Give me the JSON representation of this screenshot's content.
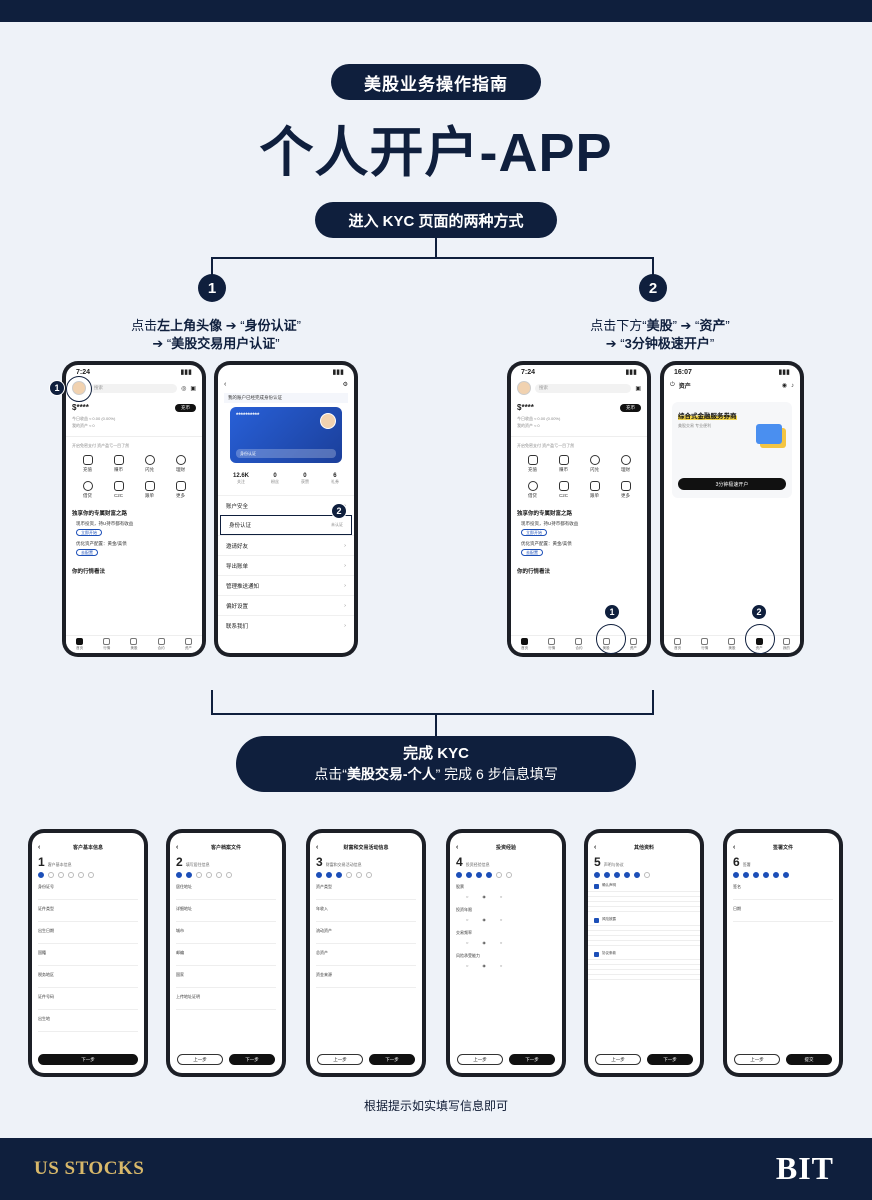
{
  "header": {
    "tag": "美股业务操作指南",
    "title": "个人开户-APP"
  },
  "kyc_entry": {
    "label": "进入 KYC 页面的两种方式",
    "method1": {
      "num": "1",
      "line1_pre": "点击",
      "line1_b1": "左上角头像",
      "line1_mid": " ➔ “",
      "line1_b2": "身份认证",
      "line1_end": "”",
      "line2_pre": "➔ “",
      "line2_b": "美股交易用户认证",
      "line2_end": "”"
    },
    "method2": {
      "num": "2",
      "line1_pre": "点击下方“",
      "line1_b1": "美股",
      "line1_mid": "” ➔ “",
      "line1_b2": "资产",
      "line1_end": "”",
      "line2_pre": "➔ “",
      "line2_b": "3分钟极速开户",
      "line2_end": "”"
    }
  },
  "phones": {
    "home": {
      "time": "7:24",
      "search": "搜索",
      "balance": "$**** ",
      "deposit": "充币",
      "sub1": "今日收益 ≈ 0.00 (0.00%)",
      "sub2": "我的资产 ≈ 0",
      "notice": "开启免密支付 资产盈亏一目了然",
      "grid": [
        "充值",
        "赚币",
        "闪兑",
        "理财",
        "借贷",
        "C2C",
        "跟单",
        "更多"
      ],
      "section_title": "独享你的专属财富之路",
      "step1": "现币投资，持U持币都有收益",
      "step1_btn": "立即开始",
      "step2": "优化资产配置：黄金/美债",
      "step2_btn": "去配置",
      "bottom_title": "你的行情看法",
      "tabs": [
        "首页",
        "行情",
        "美股",
        "合约",
        "资产"
      ],
      "annot": "1"
    },
    "profile": {
      "banner": "我的账户已经完成身份认证",
      "card_name": "**********",
      "card_btn": "身份认证",
      "stats": [
        {
          "v": "12.6K",
          "l": "关注"
        },
        {
          "v": "0",
          "l": "粉丝"
        },
        {
          "v": "0",
          "l": "获赞"
        },
        {
          "v": "6",
          "l": "礼券"
        }
      ],
      "rows": [
        "账户安全",
        "身份认证",
        "邀请好友",
        "导出账单",
        "管理推送通知",
        "偏好设置",
        "联系我们"
      ],
      "row_right": "未认证",
      "annot": "2"
    },
    "home2": {
      "time": "7:24",
      "annot": "1"
    },
    "assets": {
      "time": "16:07",
      "title": "资产",
      "promo_title": "综合式金融服务券商",
      "promo_sub": "美股交易 专业便利",
      "btn": "3分钟极速开户",
      "tabs": [
        "首页",
        "行情",
        "美股",
        "资产",
        "我的"
      ],
      "annot": "2"
    }
  },
  "completion": {
    "line1": "完成 KYC",
    "line2_pre": "点击“",
    "line2_b": "美股交易-个人",
    "line2_end": "” 完成 6 步信息填写"
  },
  "steps": [
    {
      "num": "1",
      "title": "客户基本信息",
      "sub": "客户基本信息",
      "fields": [
        "身份证号",
        "证件类型",
        "出生日期",
        "国籍",
        "税务地区",
        "证件号码",
        "出生地"
      ]
    },
    {
      "num": "2",
      "title": "客户档案文件",
      "sub": "填写居住信息",
      "fields": [
        "居住地址",
        "详细地址",
        "城市",
        "邮编",
        "国家",
        "上传地址证明"
      ]
    },
    {
      "num": "3",
      "title": "财富和交易活动信息",
      "sub": "财富和交易活动信息",
      "fields": [
        "资产类型",
        "年收入",
        "流动资产",
        "总资产",
        "资金来源"
      ]
    },
    {
      "num": "4",
      "title": "投资经验",
      "sub": "投资经验信息",
      "fields": [
        "股票",
        "投资年限",
        "交易频率",
        "风险承受能力"
      ]
    },
    {
      "num": "5",
      "title": "其他资料",
      "sub": "声明与协议",
      "fields": [
        "确认声明",
        "风险披露",
        "协议条款"
      ]
    },
    {
      "num": "6",
      "title": "签署文件",
      "sub": "签署",
      "fields": [
        "签名",
        "日期"
      ]
    }
  ],
  "step_buttons": {
    "prev": "上一步",
    "next": "下一步",
    "submit": "提交"
  },
  "footnote": "根据提示如实填写信息即可",
  "footer": {
    "left": "US STOCKS",
    "right": "BIT"
  }
}
